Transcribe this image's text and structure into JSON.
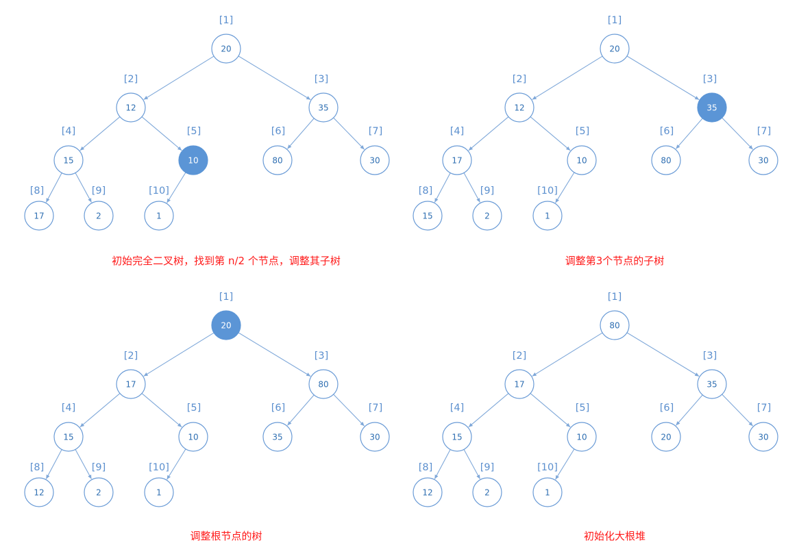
{
  "colors": {
    "edge": "#7fa8d9",
    "node_stroke": "#6a9bd6",
    "node_text": "#2f6fb2",
    "index_text": "#5b8fce",
    "highlight_fill": "#5b95d6",
    "caption": "#ff1a1a"
  },
  "panels": [
    {
      "caption": "初始完全二叉树，找到第 n/2 个节点，调整其子树",
      "highlight_index": 5,
      "nodes": [
        {
          "index": "[1]",
          "value": "20"
        },
        {
          "index": "[2]",
          "value": "12"
        },
        {
          "index": "[3]",
          "value": "35"
        },
        {
          "index": "[4]",
          "value": "15"
        },
        {
          "index": "[5]",
          "value": "10"
        },
        {
          "index": "[6]",
          "value": "80"
        },
        {
          "index": "[7]",
          "value": "30"
        },
        {
          "index": "[8]",
          "value": "17"
        },
        {
          "index": "[9]",
          "value": "2"
        },
        {
          "index": "[10]",
          "value": "1"
        }
      ]
    },
    {
      "caption": "调整第3个节点的子树",
      "highlight_index": 3,
      "nodes": [
        {
          "index": "[1]",
          "value": "20"
        },
        {
          "index": "[2]",
          "value": "12"
        },
        {
          "index": "[3]",
          "value": "35"
        },
        {
          "index": "[4]",
          "value": "17"
        },
        {
          "index": "[5]",
          "value": "10"
        },
        {
          "index": "[6]",
          "value": "80"
        },
        {
          "index": "[7]",
          "value": "30"
        },
        {
          "index": "[8]",
          "value": "15"
        },
        {
          "index": "[9]",
          "value": "2"
        },
        {
          "index": "[10]",
          "value": "1"
        }
      ]
    },
    {
      "caption": "调整根节点的树",
      "highlight_index": 1,
      "nodes": [
        {
          "index": "[1]",
          "value": "20"
        },
        {
          "index": "[2]",
          "value": "17"
        },
        {
          "index": "[3]",
          "value": "80"
        },
        {
          "index": "[4]",
          "value": "15"
        },
        {
          "index": "[5]",
          "value": "10"
        },
        {
          "index": "[6]",
          "value": "35"
        },
        {
          "index": "[7]",
          "value": "30"
        },
        {
          "index": "[8]",
          "value": "12"
        },
        {
          "index": "[9]",
          "value": "2"
        },
        {
          "index": "[10]",
          "value": "1"
        }
      ]
    },
    {
      "caption": "初始化大根堆",
      "highlight_index": 0,
      "nodes": [
        {
          "index": "[1]",
          "value": "80"
        },
        {
          "index": "[2]",
          "value": "17"
        },
        {
          "index": "[3]",
          "value": "35"
        },
        {
          "index": "[4]",
          "value": "15"
        },
        {
          "index": "[5]",
          "value": "10"
        },
        {
          "index": "[6]",
          "value": "20"
        },
        {
          "index": "[7]",
          "value": "30"
        },
        {
          "index": "[8]",
          "value": "12"
        },
        {
          "index": "[9]",
          "value": "2"
        },
        {
          "index": "[10]",
          "value": "1"
        }
      ]
    }
  ]
}
